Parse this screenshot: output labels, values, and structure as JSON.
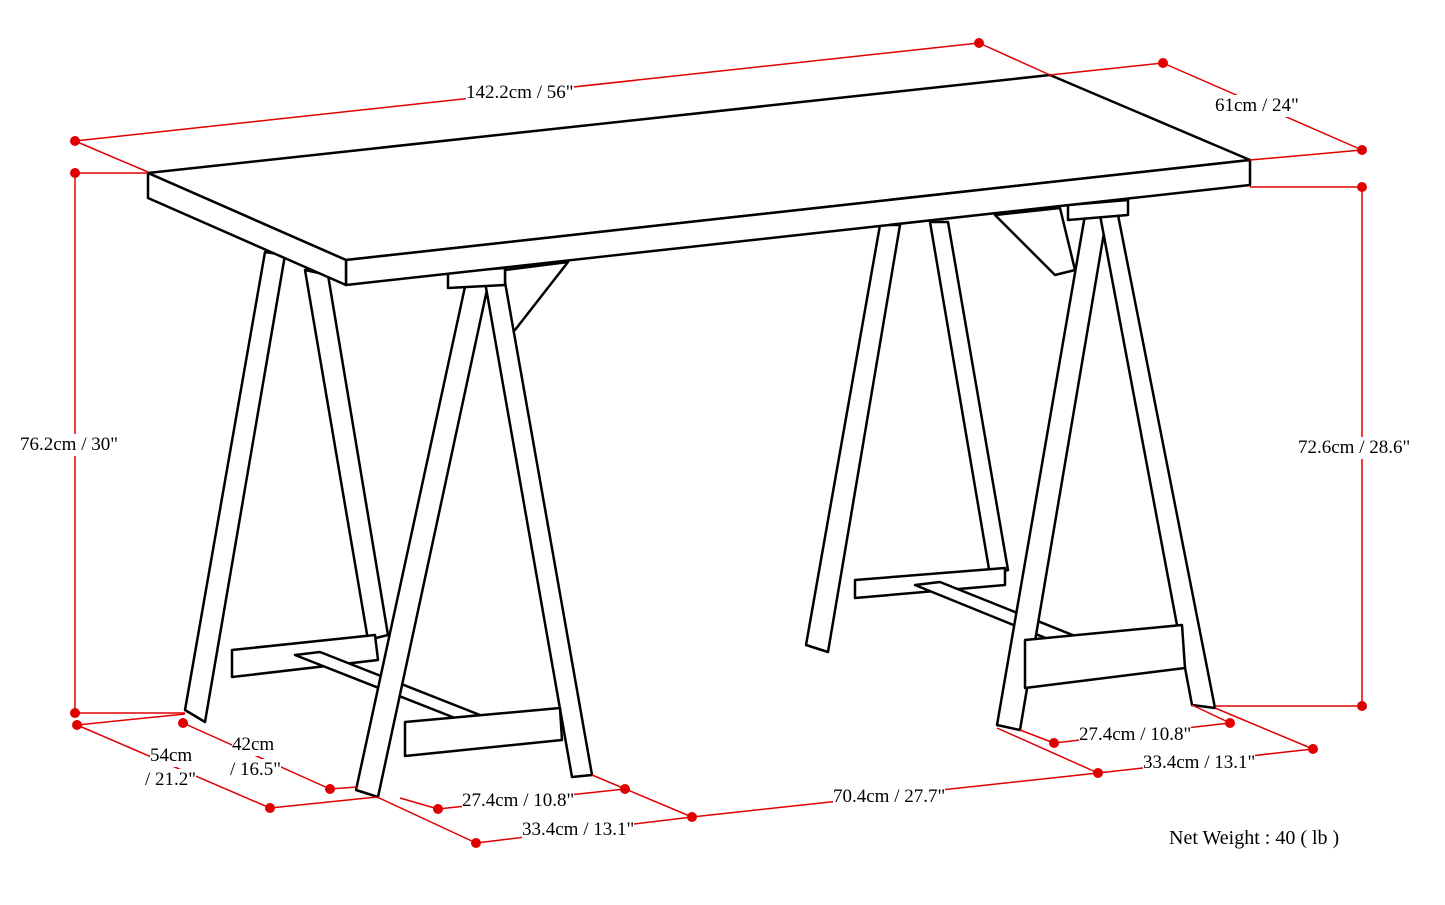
{
  "colors": {
    "dimension": "#e00000",
    "outline": "#000000",
    "background": "#ffffff"
  },
  "dimensions": {
    "width": "142.2cm / 56\"",
    "depth": "61cm / 24\"",
    "height_total": "76.2cm / 30\"",
    "height_under": "72.6cm / 28.6\"",
    "leg_depth_outer_a": "54cm",
    "leg_depth_outer_b": "/ 21.2\"",
    "leg_depth_inner_a": "42cm",
    "leg_depth_inner_b": "/ 16.5\"",
    "leg_width_inner_left": "27.4cm / 10.8\"",
    "leg_width_outer_left": "33.4cm / 13.1\"",
    "between_legs": "70.4cm / 27.7\"",
    "leg_width_inner_right": "27.4cm / 10.8\"",
    "leg_width_outer_right": "33.4cm / 13.1\""
  },
  "net_weight": "Net Weight : 40 ( lb )"
}
